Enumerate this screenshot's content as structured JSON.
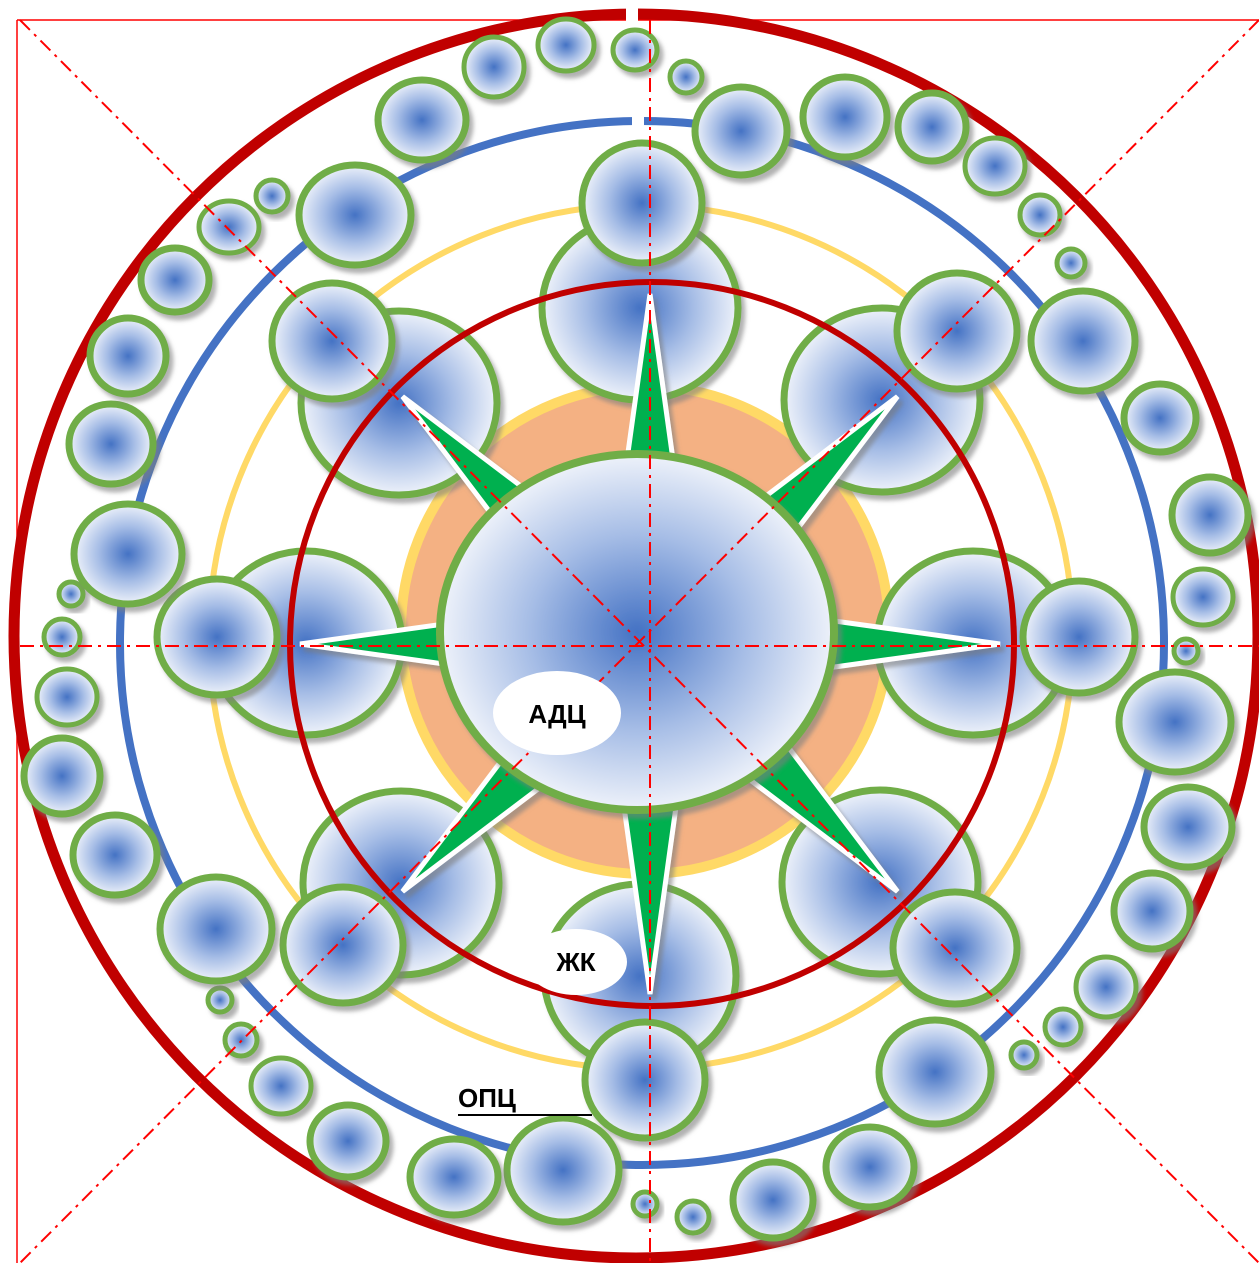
{
  "labels": {
    "center": "АДЦ",
    "lower": "ЖК",
    "outer": "ОПЦ"
  },
  "colors": {
    "outer_ring": "#c00000",
    "blue_ring": "#4472c4",
    "yellow_ring": "#ffd966",
    "inner_red_ring": "#c00000",
    "core_fill": "#f4b183",
    "star_green": "#00b050",
    "circle_border": "#70ad47",
    "circle_center": "#4472c4",
    "circle_edge": "#e8eef8",
    "guide_lines": "#ff0000"
  }
}
